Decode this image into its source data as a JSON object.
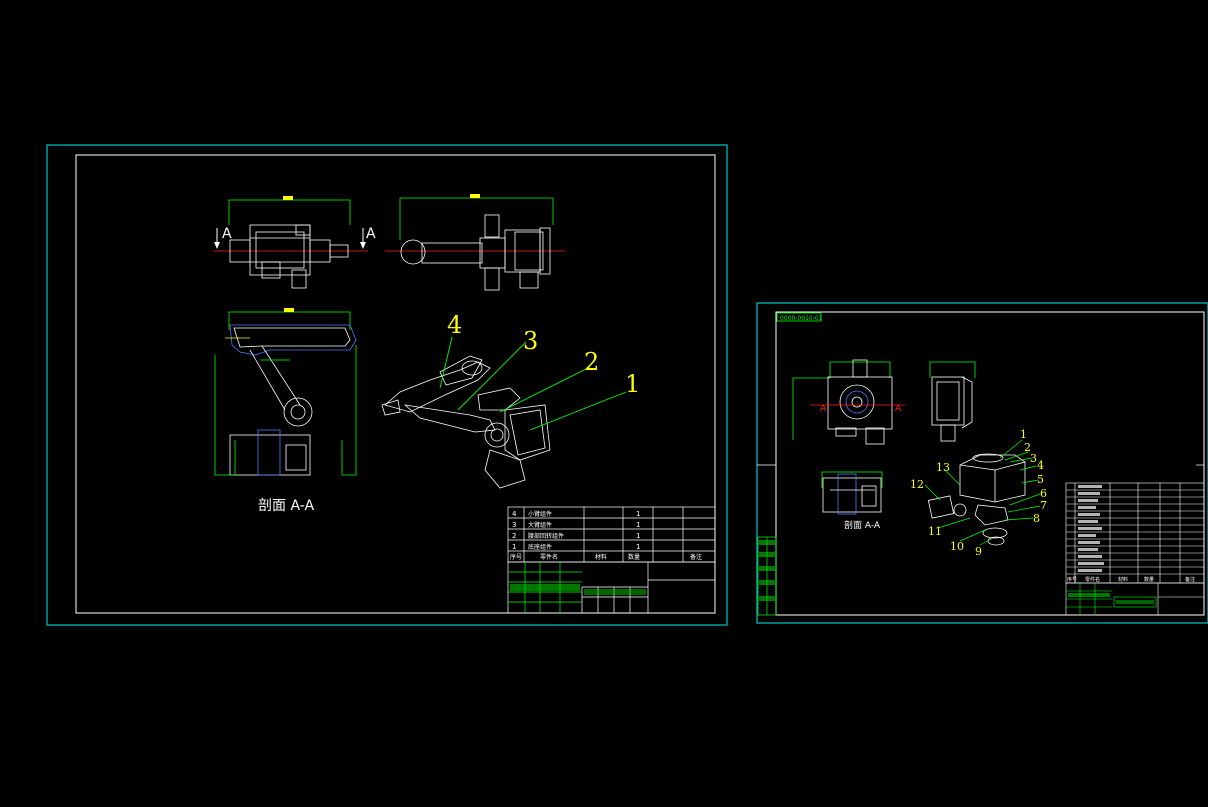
{
  "sheet1": {
    "section_label": "剖面 A-A",
    "section_marks": [
      "A",
      "A"
    ],
    "balloons": [
      "4",
      "3",
      "2",
      "1"
    ],
    "bom_rows": [
      {
        "no": "4",
        "name": "小臂组件",
        "qty": "1"
      },
      {
        "no": "3",
        "name": "大臂组件",
        "qty": "1"
      },
      {
        "no": "2",
        "name": "腰部回转组件",
        "qty": "1"
      },
      {
        "no": "1",
        "name": "底座组件",
        "qty": "1"
      }
    ],
    "bom_header": {
      "no": "序号",
      "name": "零件名",
      "material": "材料",
      "qty": "数量",
      "note": "备注"
    }
  },
  "sheet2": {
    "drawing_no": "0000-0010-01",
    "section_label": "剖面 A-A",
    "section_marks": [
      "A",
      "A"
    ],
    "balloons": [
      "1",
      "2",
      "3",
      "4",
      "5",
      "6",
      "7",
      "8",
      "9",
      "10",
      "11",
      "12",
      "13"
    ],
    "bom_header": {
      "no": "序号",
      "name": "零件名",
      "material": "材料",
      "qty": "数量",
      "note": "备注"
    }
  },
  "colors": {
    "background": "#000000",
    "frame": "#00c8c8",
    "white": "#ffffff",
    "yellow": "#ffff00",
    "green": "#00ff00",
    "red": "#ff2020",
    "blue": "#4a7cff"
  }
}
